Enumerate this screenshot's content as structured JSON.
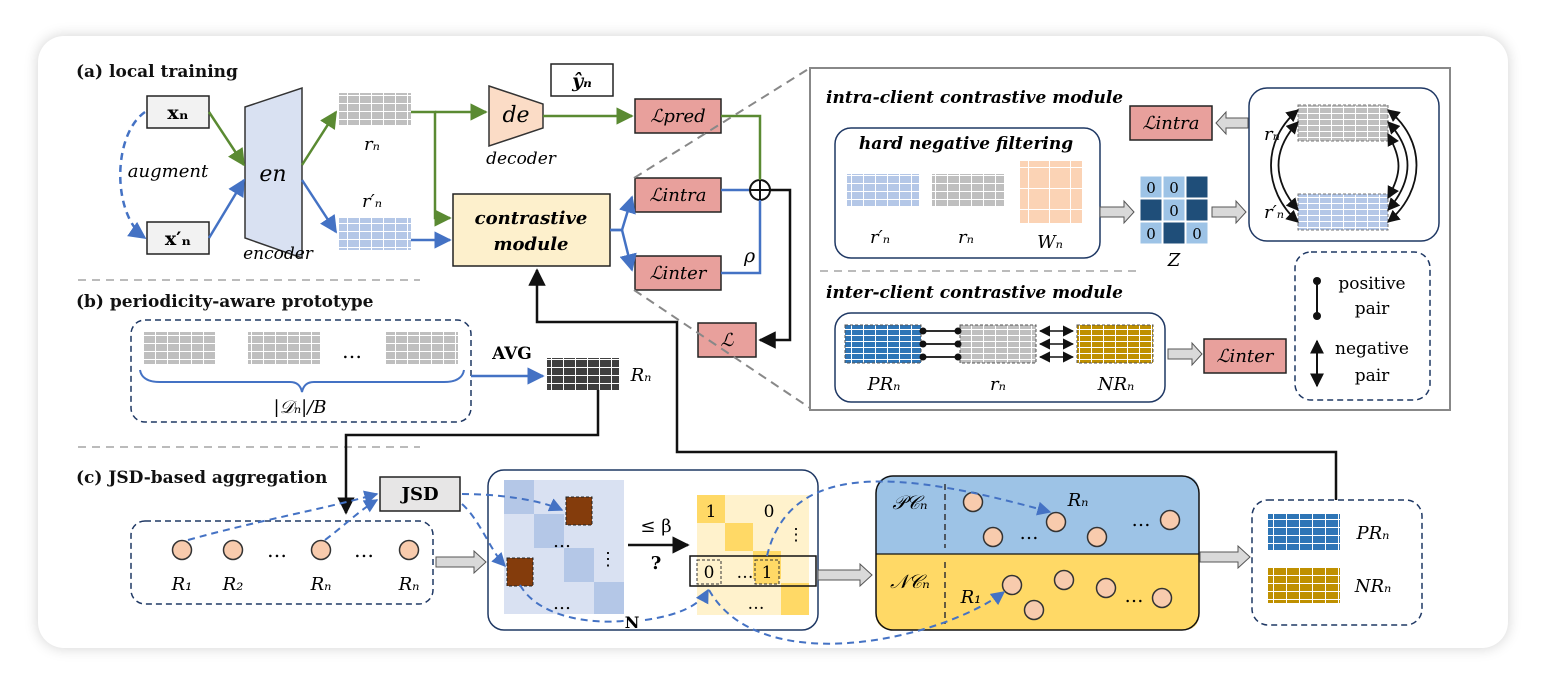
{
  "sections": {
    "a": "(a) local training",
    "b": "(b) periodicity-aware prototype",
    "c": "(c) JSD-based aggregation"
  },
  "local_training": {
    "x_n": "xₙ",
    "x_n_aug": "x′ₙ",
    "augment": "augment",
    "en": "en",
    "encoder": "encoder",
    "r_n": "rₙ",
    "r_n_aug": "r′ₙ",
    "de": "de",
    "decoder": "decoder",
    "y_hat": "ŷₙ",
    "L_pred": "ℒpred",
    "L_intra": "ℒintra",
    "L_inter": "ℒinter",
    "contrastive_line1": "contrastive",
    "contrastive_line2": "module",
    "rho": "ρ",
    "L": "ℒ"
  },
  "intra_module": {
    "title": "intra-client contrastive module",
    "hard_negative": "hard negative filtering",
    "r_n_aug": "r′ₙ",
    "r_n": "rₙ",
    "W_n": "Wₙ",
    "Z": "Z",
    "z_values": [
      "0",
      "0",
      "0",
      "0",
      "0"
    ],
    "L_intra": "ℒintra",
    "pair_r_n": "rₙ",
    "pair_r_n_aug": "r′ₙ"
  },
  "inter_module": {
    "title": "inter-client contrastive module",
    "PR_n": "PRₙ",
    "r_n": "rₙ",
    "NR_n": "NRₙ",
    "L_inter": "ℒinter"
  },
  "legend": {
    "positive": "positive",
    "positive2": "pair",
    "negative": "negative",
    "negative2": "pair"
  },
  "prototype": {
    "dots": "…",
    "count": "|𝒟ₙ|/B",
    "avg": "AVG",
    "R_n": "Rₙ"
  },
  "aggregation": {
    "clients": [
      "R₁",
      "R₂",
      "Rₙ",
      "Rₙ"
    ],
    "dots": "…",
    "jsd": "JSD",
    "leq_beta": "≤ β",
    "question": "?",
    "N": "N",
    "one": "1",
    "zero": "0",
    "PC_n": "𝒫𝒞ₙ",
    "NC_n": "𝒩𝒞ₙ",
    "R_n": "Rₙ",
    "R_1": "R₁",
    "PR_n": "PRₙ",
    "NR_n": "NRₙ"
  },
  "colors": {
    "green": "#5a8a32",
    "blue": "#4472c4",
    "loss_fill": "#e8a09c",
    "module_fill": "#fdf0cc",
    "encoder_fill": "#d9e1f2",
    "decoder_fill": "#fbdcc6",
    "pc_fill": "#9dc3e6",
    "nc_fill": "#ffd966",
    "node_fill": "#f8cbad",
    "dark_block": "#1f4e79",
    "gold_block": "#bf9000",
    "blue_block": "#2e75b6",
    "gray_block": "#bfbfbf"
  }
}
